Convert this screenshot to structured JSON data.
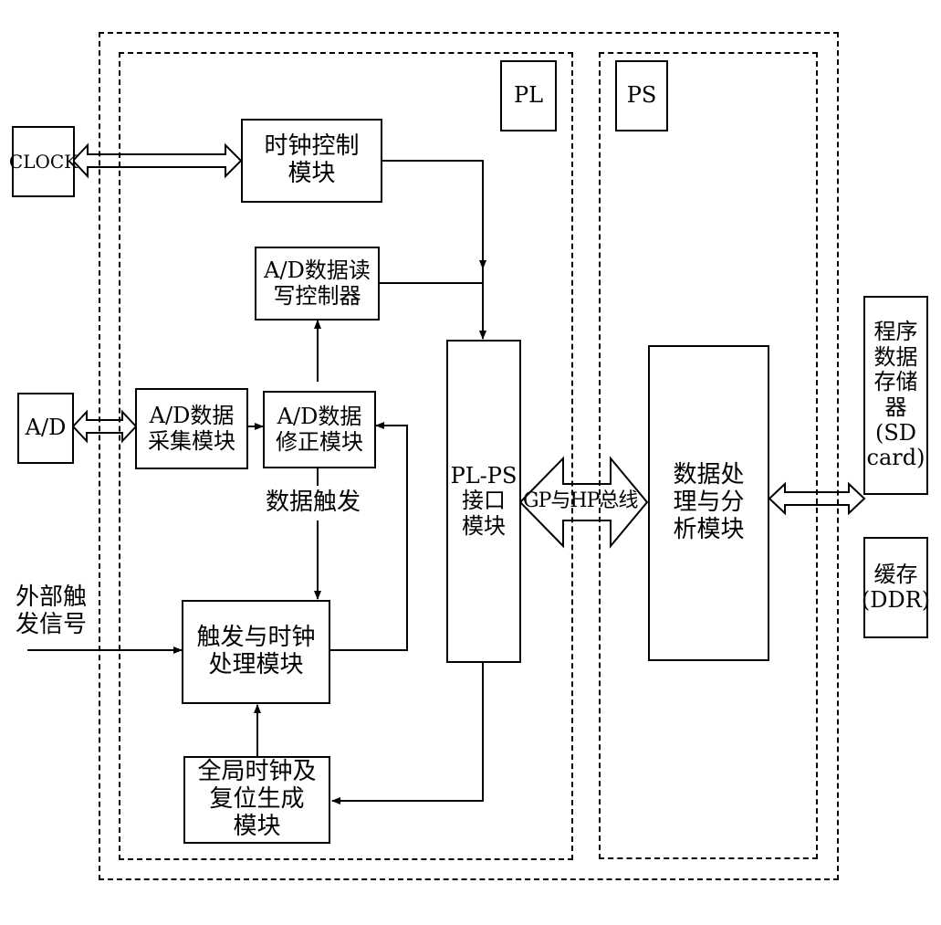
{
  "diagram": {
    "regions": {
      "pl": "PL",
      "ps": "PS"
    },
    "blocks": {
      "clock": "CLOCK",
      "clock_ctrl": "时钟控制\n模块",
      "ad_rw": "A/D数据读\n写控制器",
      "ad": "A/D",
      "ad_collect": "A/D数据\n采集模块",
      "ad_fix": "A/D数据\n修正模块",
      "trig_clk": "触发与时钟\n处理模块",
      "global_clk": "全局时钟及\n复位生成\n模块",
      "plps": "PL-PS\n接口\n模块",
      "proc": "数据处\n理与分\n析模块",
      "sd": "程序\n数据\n存储\n器\n(SD\ncard)",
      "ddr": "缓存\n(DDR)"
    },
    "labels": {
      "data_trigger": "数据触发",
      "ext_trigger": "外部触\n发信号",
      "bus": "GP与HP总线"
    }
  }
}
